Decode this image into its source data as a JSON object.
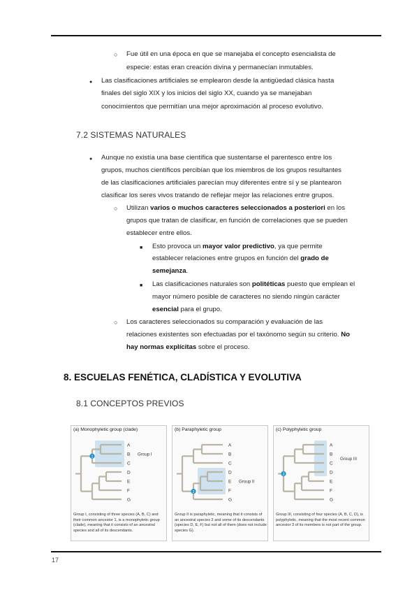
{
  "paragraphs": {
    "p1": [
      "Fue útil en una época en que se manejaba el concepto esencialista de",
      "especie: estas eran creación divina y permanecían inmutables."
    ],
    "p2": [
      "Las clasificaciones artificiales se emplearon desde la antigüedad clásica hasta",
      "finales del siglo XIX y los inicios del siglo XX, cuando ya se manejaban",
      "conocimientos que permitían una mejor aproximación al proceso evolutivo."
    ],
    "p3": [
      "Aunque no existía una base científica que sustentarse el parentesco entre los",
      "grupos, muchos científicos percibían que los miembros de los grupos resultantes",
      "de las clasificaciones artificiales parecían muy diferentes entre sí y se plantearon",
      "clasificar los seres vivos tratando de reflejar mejor las relaciones entre grupos."
    ],
    "p4": {
      "l1_a": "Utilizan ",
      "l1_b": "varios o muchos caracteres seleccionados a posteriori",
      "l1_c": " en los",
      "l2": "grupos que tratan de clasificar, en función de correlaciones que se pueden",
      "l3": "establecer entre ellos."
    },
    "p5": {
      "l1_a": "Esto provoca un ",
      "l1_b": "mayor valor predictivo",
      "l1_c": ", ya que permite",
      "l2_a": "establecer relaciones entre grupos en función del ",
      "l2_b": "grado de",
      "l3_a": "semejanza",
      "l3_b": "."
    },
    "p6": {
      "l1_a": "Las clasificaciones naturales son ",
      "l1_b": "politéticas",
      "l1_c": " puesto que emplean el",
      "l2": "mayor número posible de caracteres no siendo ningún carácter",
      "l3_a": "esencial",
      "l3_b": " para el grupo."
    },
    "p7": {
      "l1": "Los caracteres seleccionados su comparación y evaluación de las",
      "l2_a": "relaciones existentes son efectuadas por el taxónomo según su criterio. ",
      "l2_b": "No",
      "l3_a": "hay normas explícitas",
      "l3_b": " sobre el proceso."
    }
  },
  "headings": {
    "sub_72": "7.2 SISTEMAS NATURALES",
    "section_8": "8.  ESCUELAS FENÉTICA, CLADÍSTICA Y EVOLUTIVA",
    "sub_81": "8.1 CONCEPTOS PREVIOS"
  },
  "figure": {
    "panels": [
      {
        "title": "(a) Monophyletic group (clade)",
        "group_label": "Group I",
        "marker": "1",
        "caption": "Group I, consisting of three species (A, B, C) and their common ancestor 1, is a monophyletic group (clade), meaning that it consists of an ancestral species and all of its descendants."
      },
      {
        "title": "(b) Paraphyletic group",
        "group_label": "Group II",
        "marker": "2",
        "caption": "Group II is paraphyletic, meaning that it consists of an ancestral species 2 and some of its descendants (species D, E, F) but not all of them (does not include species G)."
      },
      {
        "title": "(c) Polyphyletic group",
        "group_label": "Group III",
        "marker": "3",
        "caption": "Group III, consisting of four species (A, B, C, D), is polyphyletic, meaning that the most recent common ancestor 3 of its members is not part of the group."
      }
    ],
    "taxa": [
      "A",
      "B",
      "C",
      "D",
      "E",
      "F",
      "G"
    ],
    "colors": {
      "branch": "#b9b4a3",
      "highlight": "#cfe2f0",
      "marker": "#1f8fc8"
    }
  },
  "page_number": "17"
}
